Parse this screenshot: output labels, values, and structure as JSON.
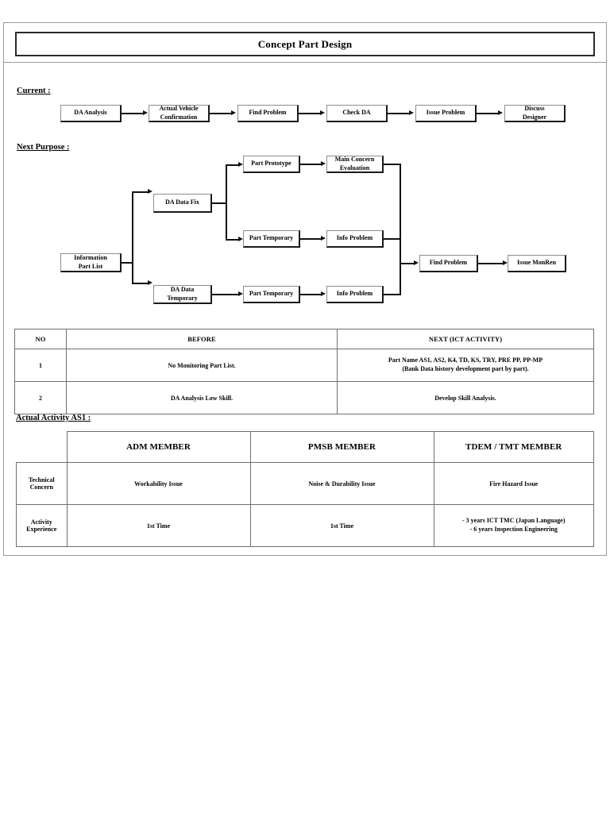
{
  "document": {
    "title": "Concept Part Design"
  },
  "sections": {
    "current_label": "Current :",
    "next_purpose_label": "Next Purpose :",
    "actual_activity_label": "Actual Activity AS1 :"
  },
  "current_flow": {
    "nodes": [
      "DA Analysis",
      "Actual Vehicle\nConfirmation",
      "Find Problem",
      "Check DA",
      "Issue Problem",
      "Discuss\nDesigner"
    ]
  },
  "next_purpose_flow": {
    "nodes": {
      "information_part_list": "Information\nPart List",
      "da_data_fix": "DA Data Fix",
      "da_data_temporary": "DA Data\nTemporary",
      "part_prototype": "Part Prototype",
      "part_temporary_upper": "Part Temporary",
      "part_temporary_lower": "Part Temporary",
      "main_concern_evaluation": "Main Concern\nEvaluation",
      "info_problem_upper": "Info Problem",
      "info_problem_lower": "Info Problem",
      "find_problem": "Find Problem",
      "issue_monren": "Issue MonRen"
    }
  },
  "table_before_next": {
    "headers": [
      "NO",
      "BEFORE",
      "NEXT (ICT ACTIVITY)"
    ],
    "rows": [
      {
        "no": "1",
        "before": "No Monitoring Part List.",
        "next_line1": "Part Name AS1, AS2, K4, TD, KS, TRY, PRE PP, PP-MP",
        "next_line2": "(Bank Data history development part by part)."
      },
      {
        "no": "2",
        "before": "DA Analysis Low Skill.",
        "next_line1": "Develop Skill Analysis.",
        "next_line2": ""
      }
    ]
  },
  "table_actual_activity": {
    "headers": [
      "",
      "ADM MEMBER",
      "PMSB MEMBER",
      "TDEM / TMT MEMBER"
    ],
    "rows": [
      {
        "label": "Technical\nConcern",
        "adm": "Workability Issue",
        "pmsb": "Noise & Durability Issue",
        "tdem_line1": "Fire Hazard Issue",
        "tdem_line2": ""
      },
      {
        "label": "Activity\nExperience",
        "adm": "1st Time",
        "pmsb": "1st Time",
        "tdem_line1": "- 3 years ICT TMC (Japan Language)",
        "tdem_line2": "- 6 years Inspection Engineering"
      }
    ]
  },
  "colors": {
    "page_border": "#9a9a9a",
    "box_border_light": "#8d8d8d",
    "box_shadow": "#1a1a1a",
    "line": "#111111",
    "table_border": "#6f6f6f"
  }
}
